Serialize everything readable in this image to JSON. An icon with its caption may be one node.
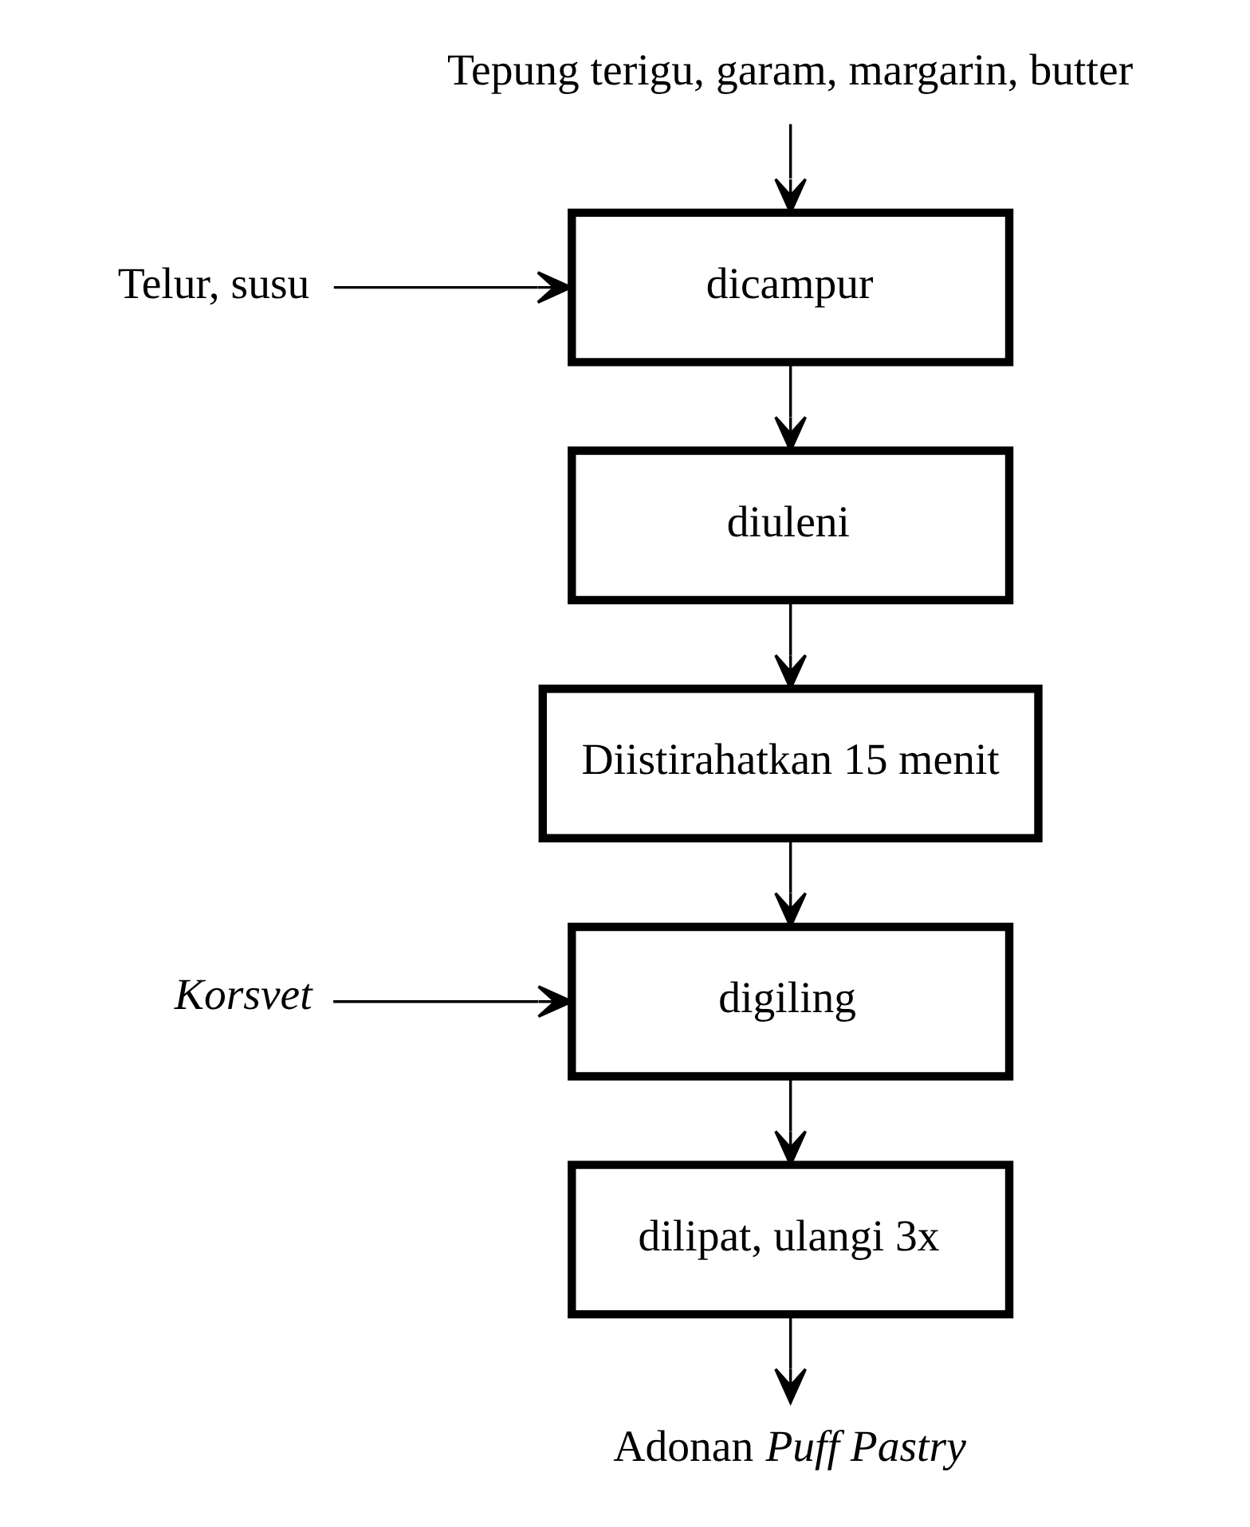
{
  "diagram": {
    "nodes": [
      {
        "text": [
          "Tepung terigu, garam, margarin, butter"
        ]
      },
      {
        "text": [
          "Telur, susu"
        ]
      },
      {
        "text": [
          "dicampur"
        ]
      },
      {
        "text": [
          "diuleni"
        ]
      },
      {
        "text": [
          "Diistirahatkan 15 menit"
        ]
      },
      {
        "text": [
          "Korsvet"
        ]
      },
      {
        "text": [
          "digiling"
        ]
      },
      {
        "text": [
          "dilipat, ulangi 3x"
        ]
      },
      {
        "text": [
          "Adonan *Puff Pastry*"
        ]
      }
    ],
    "edges": [
      {
        "from": 0,
        "to": 2,
        "arrow": "to"
      },
      {
        "from": 1,
        "to": 2,
        "arrow": "to"
      },
      {
        "from": 2,
        "to": 3,
        "arrow": "to"
      },
      {
        "from": 3,
        "to": 4,
        "arrow": "to"
      },
      {
        "from": 4,
        "to": 6,
        "arrow": "to"
      },
      {
        "from": 5,
        "to": 6,
        "arrow": "to"
      },
      {
        "from": 6,
        "to": 7,
        "arrow": "to"
      },
      {
        "from": 7,
        "to": 8,
        "arrow": "to"
      }
    ]
  }
}
